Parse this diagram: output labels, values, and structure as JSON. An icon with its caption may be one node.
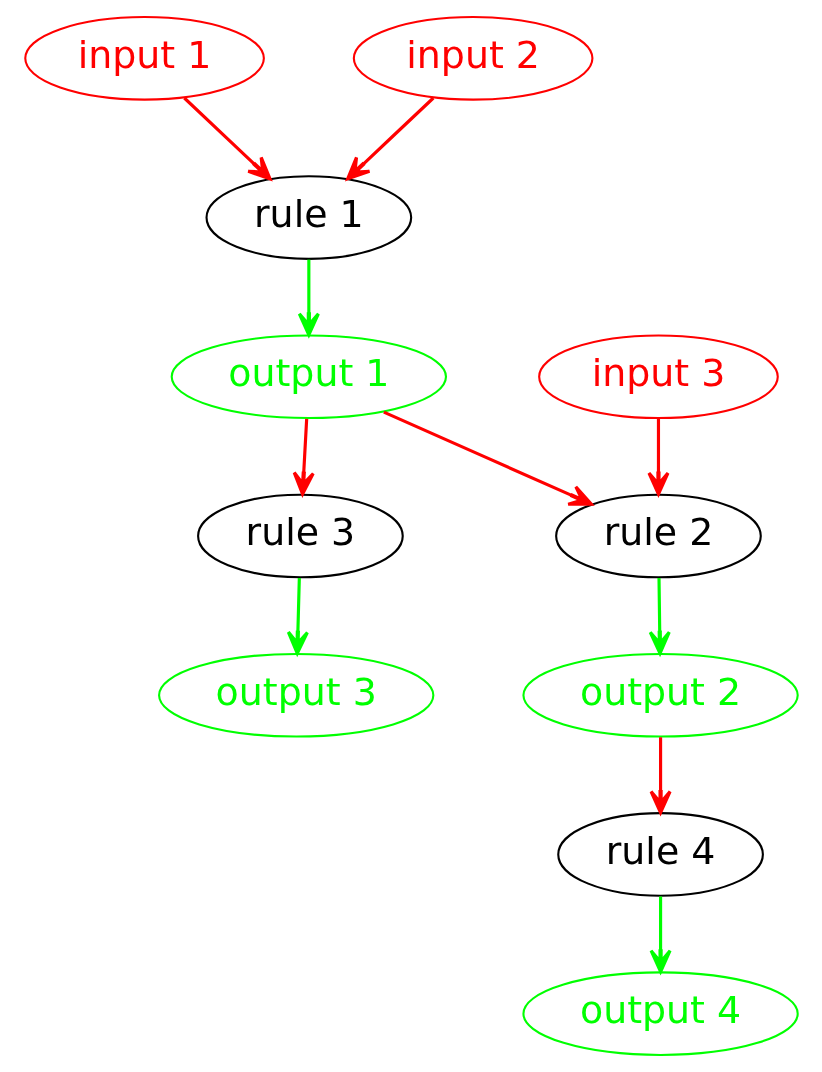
{
  "diagram": {
    "nodes": [
      {
        "text": [
          "input 1"
        ]
      },
      {
        "text": [
          "input 2"
        ]
      },
      {
        "text": [
          "rule 1"
        ]
      },
      {
        "text": [
          "input 3"
        ]
      },
      {
        "text": [
          "output 1"
        ]
      },
      {
        "text": [
          "rule 3"
        ]
      },
      {
        "text": [
          "rule 2"
        ]
      },
      {
        "text": [
          "output 3"
        ]
      },
      {
        "text": [
          "output 2"
        ]
      },
      {
        "text": [
          "rule 4"
        ]
      },
      {
        "text": [
          "output 4"
        ]
      }
    ],
    "edges": [
      {
        "from": 0,
        "to": 2,
        "arrow": "to"
      },
      {
        "from": 1,
        "to": 2,
        "arrow": "to"
      },
      {
        "from": 2,
        "to": 4,
        "arrow": "to",
        "color": "#00ff00"
      },
      {
        "from": 4,
        "to": 5,
        "arrow": "to"
      },
      {
        "from": 4,
        "to": 6,
        "arrow": "to"
      },
      {
        "from": 3,
        "to": 6,
        "arrow": "to"
      },
      {
        "from": 5,
        "to": 7,
        "arrow": "to",
        "color": "#00ff00"
      },
      {
        "from": 6,
        "to": 8,
        "arrow": "to",
        "color": "#00ff00"
      },
      {
        "from": 8,
        "to": 9,
        "arrow": "to"
      },
      {
        "from": 9,
        "to": 10,
        "arrow": "to",
        "color": "#00ff00"
      }
    ]
  }
}
